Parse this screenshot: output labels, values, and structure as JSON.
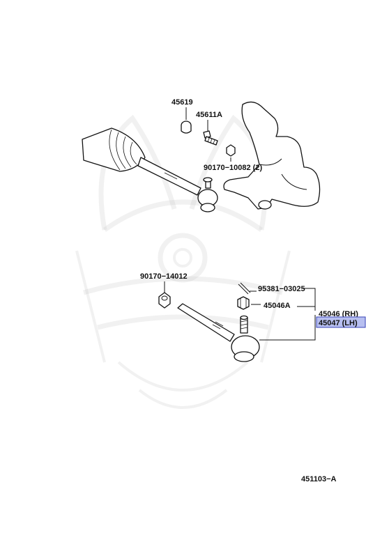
{
  "labels": {
    "p45619": "45619",
    "p45611a": "45611A",
    "p90170_10082": "90170−10082 (2)",
    "p90170_14012": "90170−14012",
    "p95381": "95381−03025",
    "p45046a": "45046A",
    "p45046": "45046 (RH)",
    "p45047": "45047 (LH)",
    "ref": "451103−A"
  },
  "colors": {
    "highlight": "#b7bff0",
    "highlight_border": "#3a46b8",
    "ink": "#111111",
    "watermark": "#bfbfbf"
  },
  "icons": {
    "watermark": "samurai-helmet-watermark"
  }
}
